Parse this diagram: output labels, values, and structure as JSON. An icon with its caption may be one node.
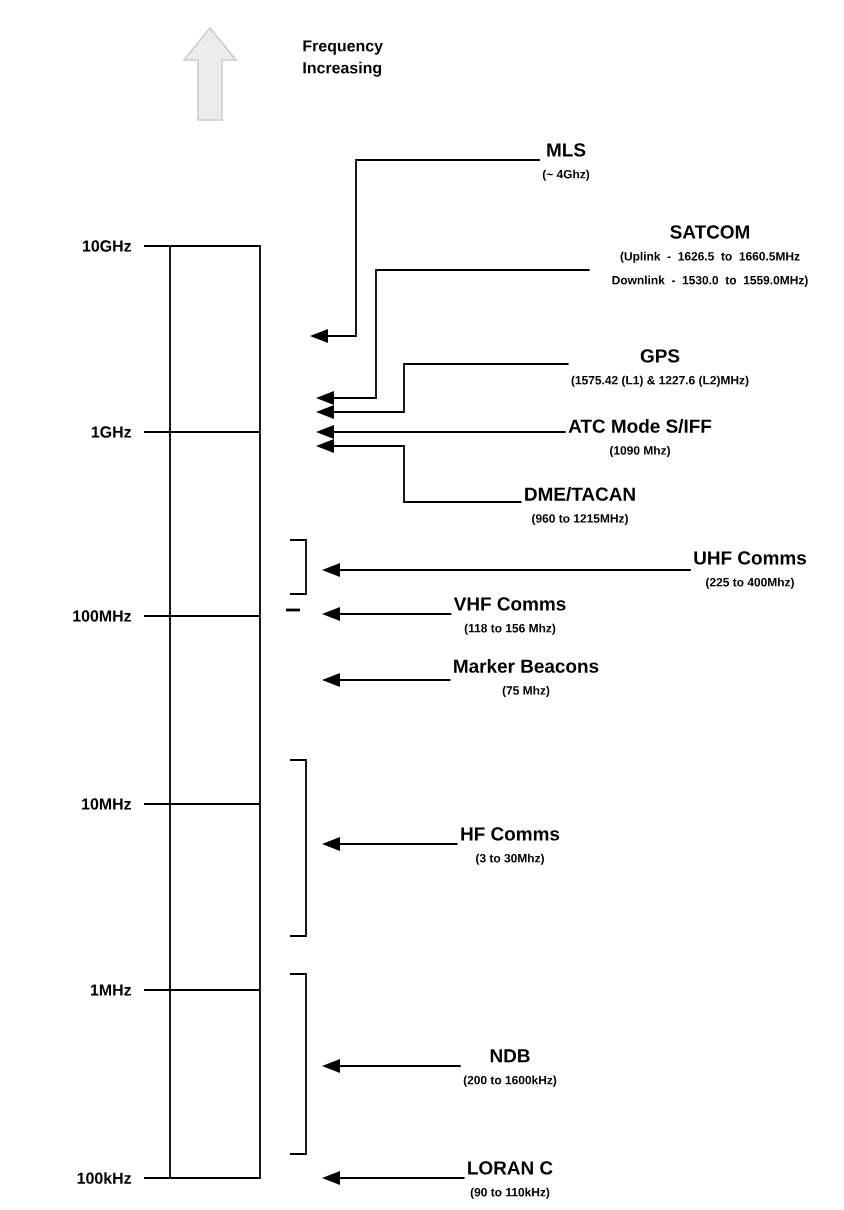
{
  "diagram": {
    "nodes": [
      {
        "text": [
          "MLS",
          "(~ 4Ghz)"
        ]
      },
      {
        "text": [
          "SATCOM",
          "(Uplink - 1626.5 to 1660.5MHz Downlink - 1530.0 to 1559.0MHz)"
        ]
      },
      {
        "text": [
          "GPS",
          "(1575.42 (L1) & 1227.6 (L2)MHz)"
        ]
      },
      {
        "text": [
          "ATC Mode S/IFF",
          "(1090 Mhz)"
        ]
      },
      {
        "text": [
          "DME/TACAN",
          "(960 to 1215MHz)"
        ]
      },
      {
        "text": [
          "UHF Comms",
          "(225 to 400Mhz)"
        ]
      },
      {
        "text": [
          "VHF Comms",
          "(118 to 156 Mhz)"
        ]
      },
      {
        "text": [
          "Marker Beacons",
          "(75 Mhz)"
        ]
      },
      {
        "text": [
          "HF Comms",
          "(3 to 30Mhz)"
        ]
      },
      {
        "text": [
          "NDB",
          "(200 to 1600kHz)"
        ]
      },
      {
        "text": [
          "LORAN C",
          "(90 to 110kHz)"
        ]
      }
    ],
    "edges": [
      {
        "from": 0,
        "to": null,
        "arrow": "to"
      },
      {
        "from": 1,
        "to": null,
        "arrow": "to"
      },
      {
        "from": 2,
        "to": null,
        "arrow": "to"
      },
      {
        "from": 3,
        "to": null,
        "arrow": "to"
      },
      {
        "from": 4,
        "to": null,
        "arrow": "to"
      },
      {
        "from": 5,
        "to": null,
        "arrow": "to"
      },
      {
        "from": 6,
        "to": null,
        "arrow": "to"
      },
      {
        "from": 7,
        "to": null,
        "arrow": "to"
      },
      {
        "from": 8,
        "to": null,
        "arrow": "to"
      },
      {
        "from": 9,
        "to": null,
        "arrow": "to"
      },
      {
        "from": 10,
        "to": null,
        "arrow": "to"
      }
    ],
    "labels": [
      "Frequency Increasing",
      "10GHz",
      "1GHz",
      "100MHz",
      "10MHz",
      "1MHz",
      "100kHz"
    ]
  }
}
